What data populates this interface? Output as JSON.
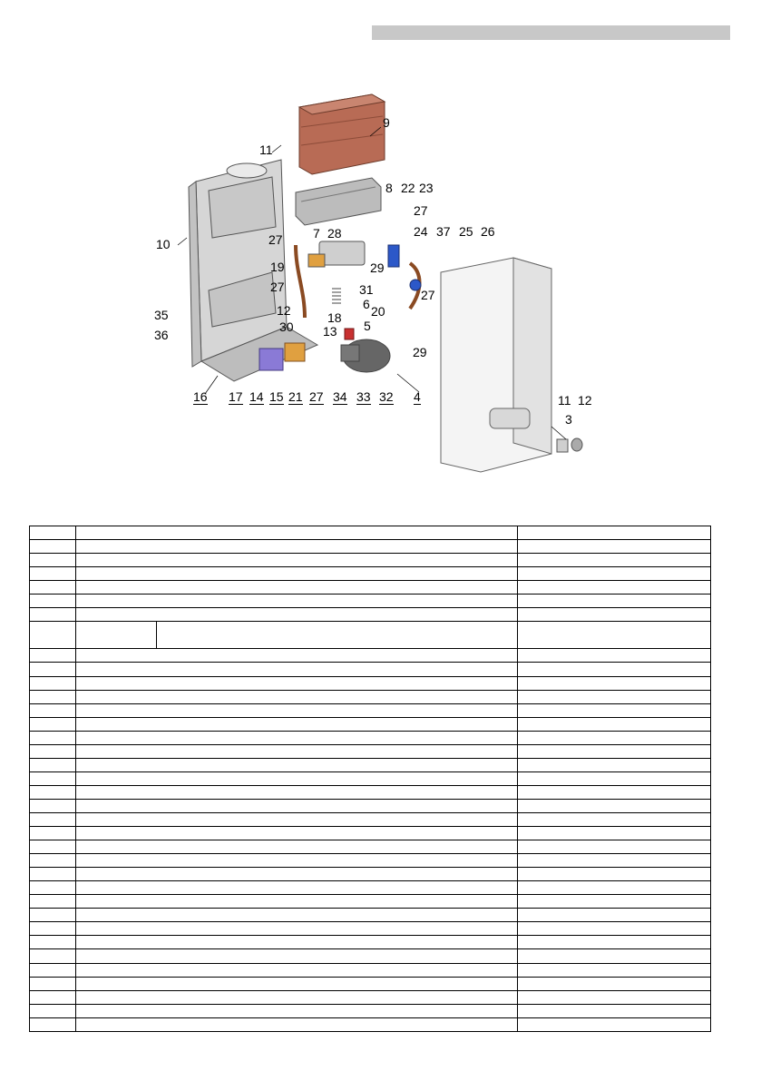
{
  "diagram": {
    "callouts": [
      "9",
      "11",
      "8",
      "22",
      "23",
      "27",
      "10",
      "27",
      "7",
      "28",
      "24",
      "37",
      "25",
      "26",
      "19",
      "29",
      "27",
      "31",
      "27",
      "12",
      "6",
      "35",
      "30",
      "18",
      "20",
      "5",
      "36",
      "13",
      "29",
      "16",
      "17",
      "14",
      "15",
      "21",
      "27",
      "34",
      "33",
      "32",
      "4",
      "11",
      "12",
      "3"
    ]
  },
  "colors": {
    "heat_exchanger": "#b86b55",
    "pipe_copper": "#b5673f",
    "block_purple": "#8a7ad6",
    "block_orange": "#e0a040",
    "block_blue": "#2c58c8",
    "gray_frame": "#cfcfcf"
  },
  "table": {
    "rows": 36,
    "split_row_index": 7
  }
}
